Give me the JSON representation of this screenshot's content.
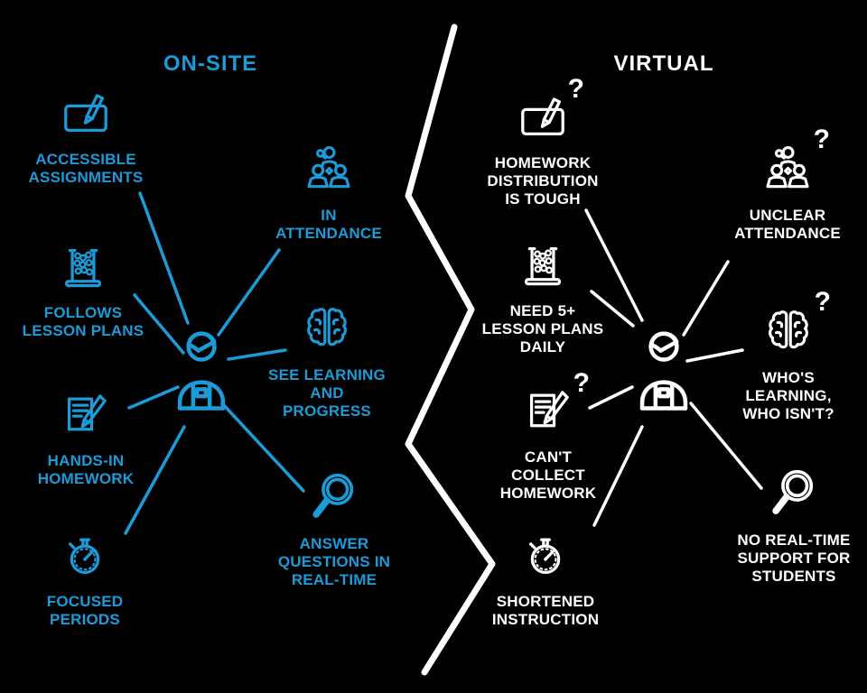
{
  "colors": {
    "background": "#000000",
    "accent_blue": "#1b9bd8",
    "light": "#ffffff"
  },
  "glyphs": {
    "question_mark": "?"
  },
  "onsite": {
    "title": "ON-SITE",
    "items": [
      {
        "icon": "tablet-pen-icon",
        "label": "ACCESSIBLE\nASSIGNMENTS"
      },
      {
        "icon": "abacus-icon",
        "label": "FOLLOWS\nLESSON PLANS"
      },
      {
        "icon": "document-pencil-icon",
        "label": "HANDS-IN\nHOMEWORK"
      },
      {
        "icon": "stopwatch-icon",
        "label": "FOCUSED\nPERIODS"
      },
      {
        "icon": "students-group-icon",
        "label": "IN\nATTENDANCE"
      },
      {
        "icon": "brain-icon",
        "label": "SEE LEARNING\nAND\nPROGRESS"
      },
      {
        "icon": "magnifier-icon",
        "label": "ANSWER\nQUESTIONS IN\nREAL-TIME"
      }
    ]
  },
  "virtual": {
    "title": "VIRTUAL",
    "items": [
      {
        "icon": "tablet-pen-icon",
        "label": "HOMEWORK\nDISTRIBUTION\nIS TOUGH",
        "question": true
      },
      {
        "icon": "abacus-icon",
        "label": "NEED 5+\nLESSON PLANS\nDAILY",
        "question": false
      },
      {
        "icon": "document-pencil-icon",
        "label": "CAN'T\nCOLLECT\nHOMEWORK",
        "question": true
      },
      {
        "icon": "stopwatch-icon",
        "label": "SHORTENED\nINSTRUCTION",
        "question": false
      },
      {
        "icon": "students-group-icon",
        "label": "UNCLEAR\nATTENDANCE",
        "question": true
      },
      {
        "icon": "brain-icon",
        "label": "WHO'S\nLEARNING,\nWHO ISN'T?",
        "question": true
      },
      {
        "icon": "magnifier-icon",
        "label": "NO REAL-TIME\nSUPPORT FOR\nSTUDENTS",
        "question": false
      }
    ]
  }
}
